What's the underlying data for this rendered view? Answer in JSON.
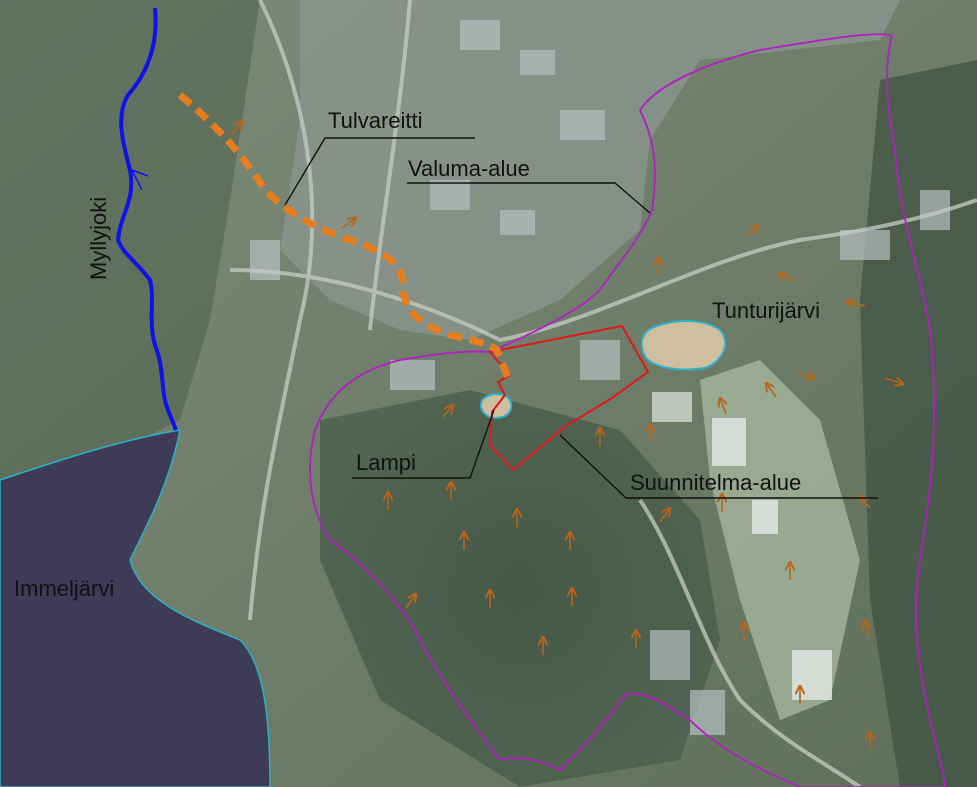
{
  "map": {
    "labels": {
      "river": "Myllyjoki",
      "flood_route": "Tulvareitti",
      "catchment": "Valuma-alue",
      "fell_lake": "Tunturijärvi",
      "pond": "Lampi",
      "plan_area": "Suunnitelma-alue",
      "lake": "Immeljärvi"
    },
    "colors": {
      "river": "#1010e8",
      "flood_route": "#e87d1e",
      "catchment_boundary": "#b020c0",
      "plan_area_boundary": "#e01818",
      "water_outline": "#2fb0c8",
      "flow_arrows": "#b8651a",
      "leader_lines": "#111111"
    },
    "icons": {
      "flow_arrow": "arrow-icon"
    }
  }
}
